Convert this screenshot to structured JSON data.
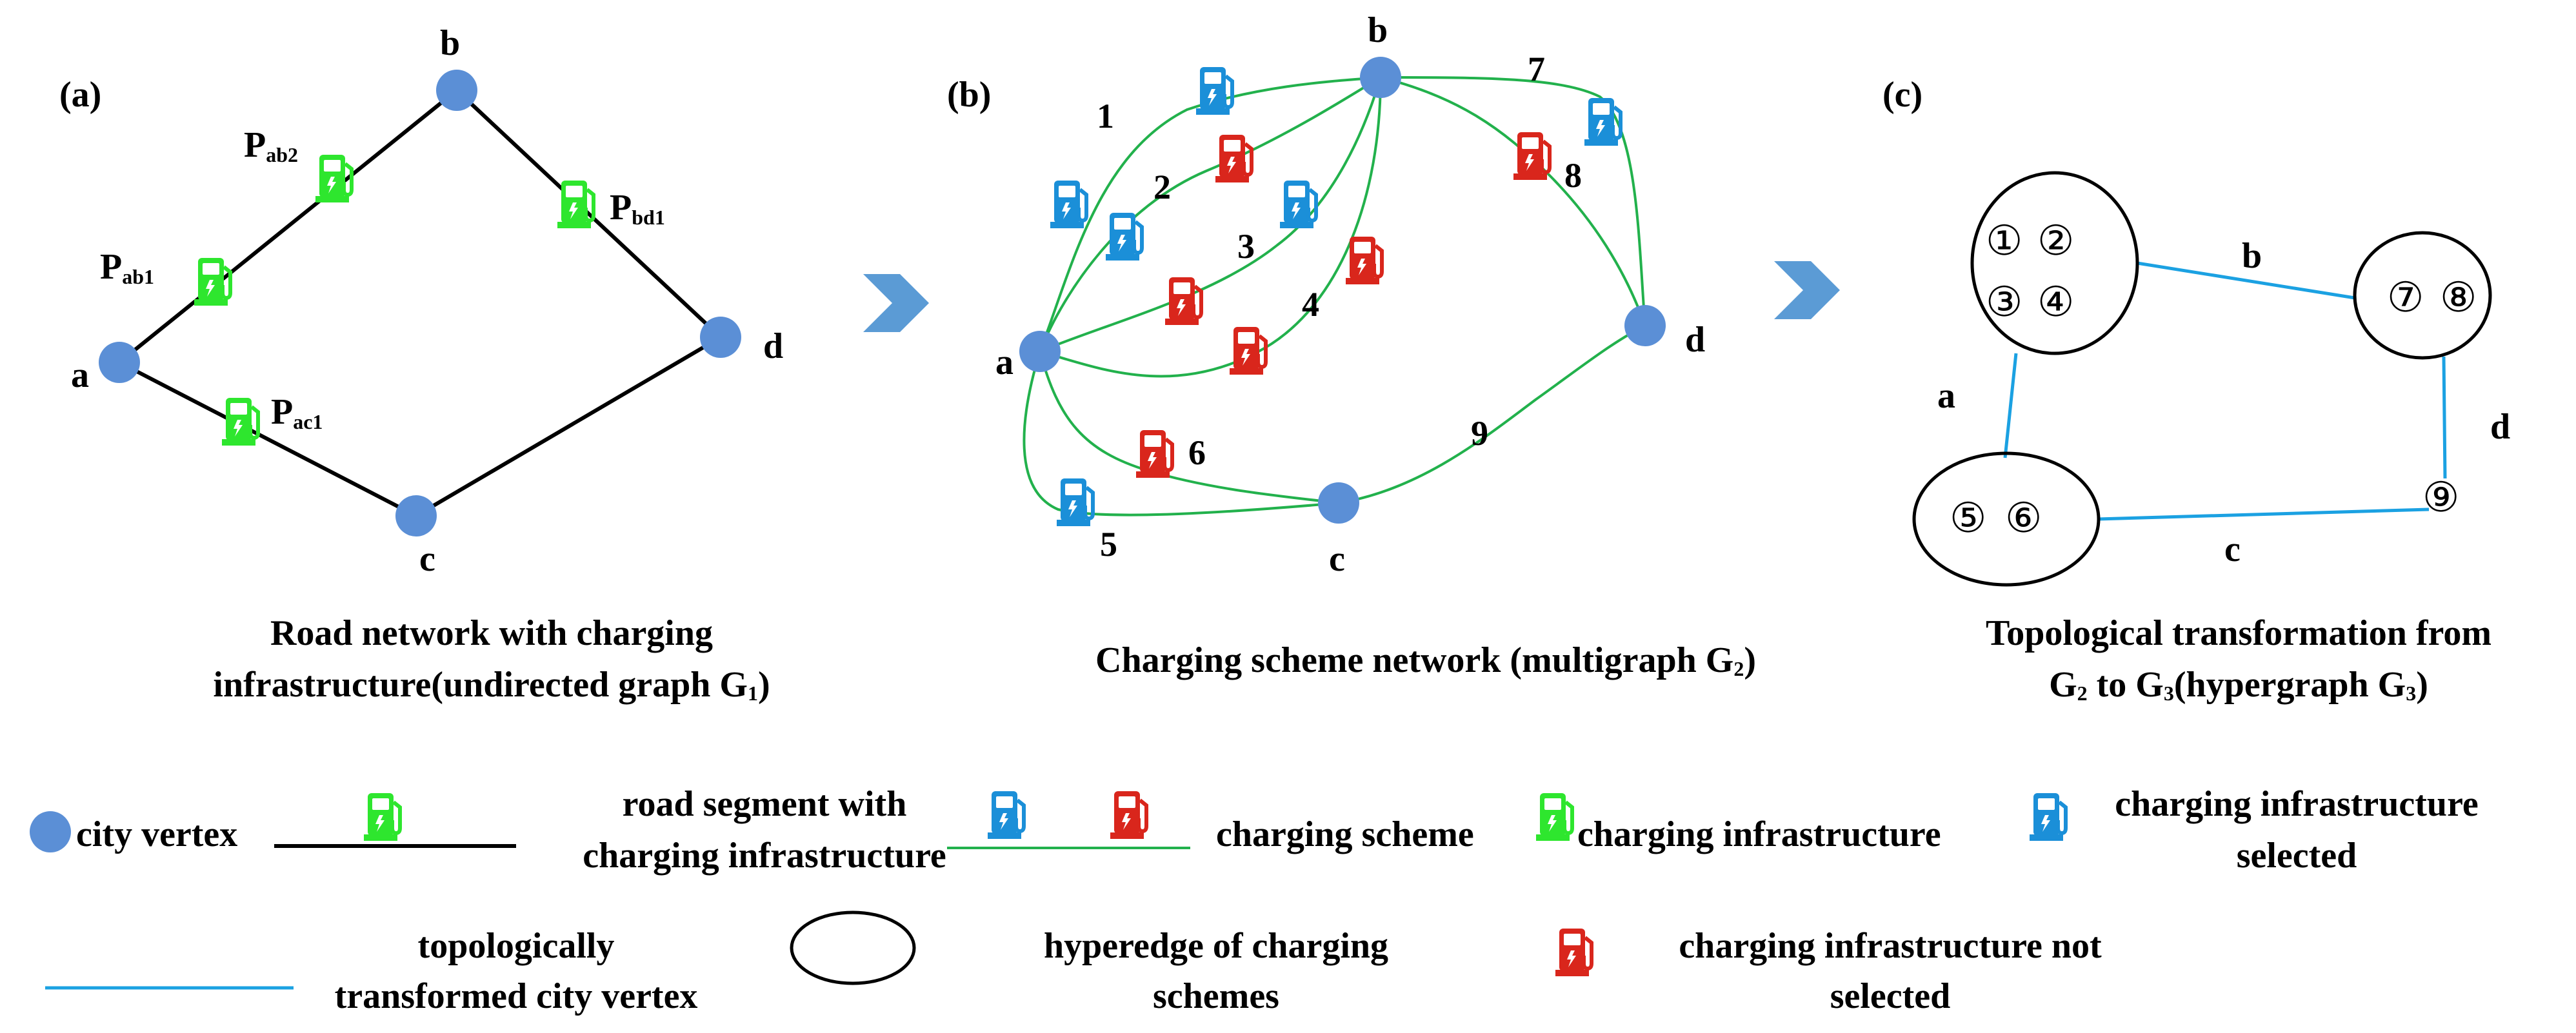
{
  "colors": {
    "vertex": "#5b8fd6",
    "road": "#000000",
    "scheme_edge": "#22b14c",
    "transformed_edge": "#1ba1e2",
    "infra_green": "#2ee62e",
    "infra_selected": "#1b8fd8",
    "infra_not_selected": "#d9261c"
  },
  "icons": {
    "charger_green": "ev-charger-green-icon",
    "charger_blue": "ev-charger-blue-icon",
    "charger_red": "ev-charger-red-icon"
  },
  "panel_a": {
    "tag": "(a)",
    "vertices": {
      "a": "a",
      "b": "b",
      "c": "c",
      "d": "d"
    },
    "stations": [
      {
        "main": "P",
        "sub": "ab2"
      },
      {
        "main": "P",
        "sub": "ab1"
      },
      {
        "main": "P",
        "sub": "bd1"
      },
      {
        "main": "P",
        "sub": "ac1"
      }
    ],
    "caption_line1": "Road network with charging",
    "caption_line2_main": "infrastructure(undirected graph G",
    "caption_line2_sub": "1",
    "caption_line2_end": ")"
  },
  "panel_b": {
    "tag": "(b)",
    "vertices": {
      "a": "a",
      "b": "b",
      "c": "c",
      "d": "d"
    },
    "scheme_numbers": [
      "1",
      "2",
      "3",
      "4",
      "5",
      "6",
      "7",
      "8",
      "9"
    ],
    "caption_main": "Charging scheme network (multigraph G",
    "caption_sub": "2",
    "caption_end": ")"
  },
  "panel_c": {
    "tag": "(c)",
    "hyperedge1_members": [
      "①",
      "②",
      "③",
      "④"
    ],
    "hyperedge2_members": [
      "⑦",
      "⑧"
    ],
    "hyperedge3_members": [
      "⑤",
      "⑥"
    ],
    "node9": "⑨",
    "edge_labels": {
      "a": "a",
      "b": "b",
      "c": "c",
      "d": "d"
    },
    "caption_line1": "Topological transformation from",
    "caption_line2_g": "G",
    "caption_line2_sub1": "2",
    "caption_line2_mid": " to G",
    "caption_line2_sub2": "3",
    "caption_line2_rest": "(hypergraph G",
    "caption_line2_sub3": "3",
    "caption_line2_end": ")"
  },
  "legend": {
    "city_vertex": "city vertex",
    "road_segment_line1": "road segment with",
    "road_segment_line2": "charging infrastructure",
    "charging_scheme": "charging scheme",
    "charging_infrastructure": "charging infrastructure",
    "selected_line1": "charging infrastructure",
    "selected_line2": "selected",
    "transformed_line1": "topologically",
    "transformed_line2": "transformed city vertex",
    "hyperedge_line1": "hyperedge of charging",
    "hyperedge_line2": "schemes",
    "not_selected_line1": "charging infrastructure not",
    "not_selected_line2": "selected"
  }
}
